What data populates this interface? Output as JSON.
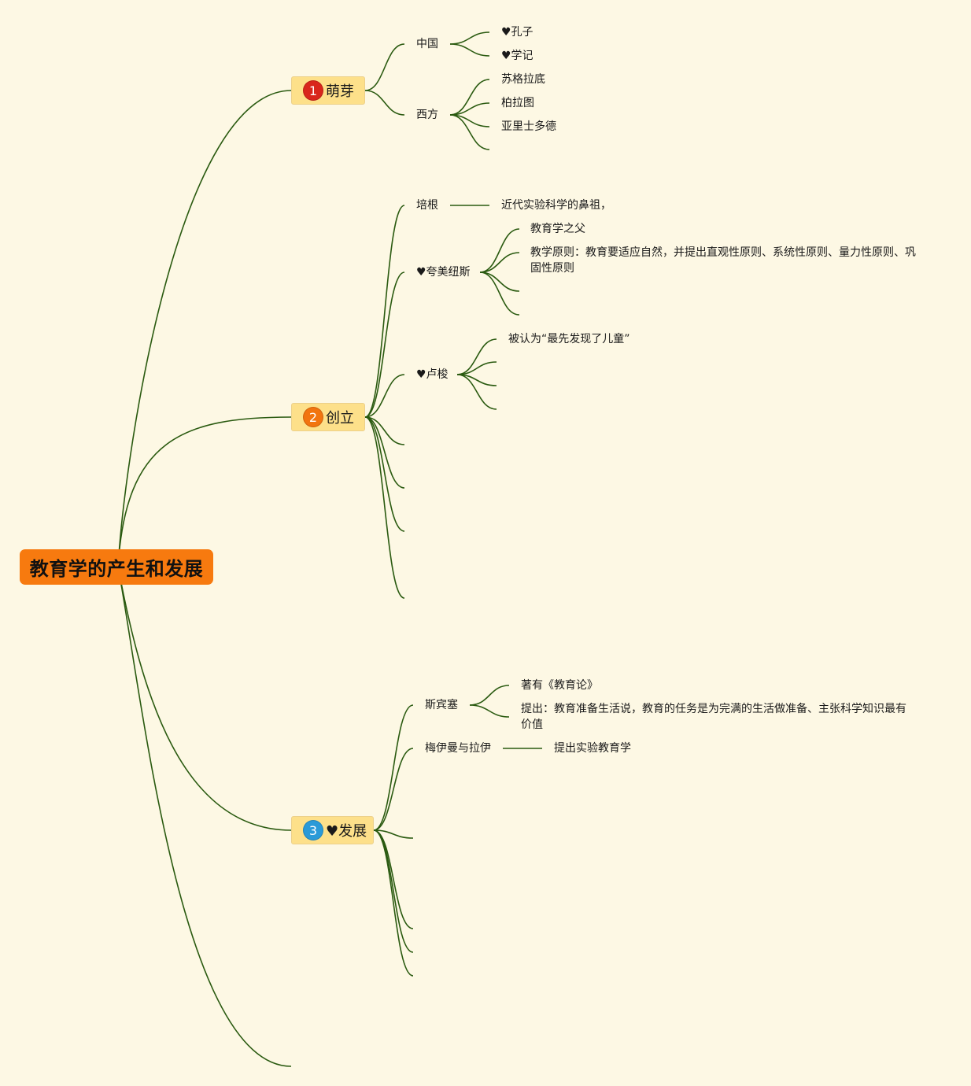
{
  "colors": {
    "background": "#fdf8e4",
    "root": "#f77a0f",
    "branch": "#fde08a",
    "link": "#2a5a10",
    "badge1": "#d9261c",
    "badge2": "#f2740f",
    "badge3": "#2a9ad8"
  },
  "root": {
    "label": "教育学的产生和发展"
  },
  "branches": [
    {
      "number": "1",
      "label": "萌芽",
      "children": [
        {
          "label": "中国",
          "children": [
            "♥孔子",
            "♥学记"
          ]
        },
        {
          "label": "西方",
          "children": [
            "苏格拉底",
            "柏拉图",
            "亚里士多德"
          ]
        }
      ]
    },
    {
      "number": "2",
      "label": "创立",
      "children": [
        {
          "label": "培根",
          "children": [
            "近代实验科学的鼻祖，"
          ]
        },
        {
          "label": "♥夸美纽斯",
          "children": [
            "教育学之父",
            "教学原则：教育要适应自然，并提出直观性原则、系统性原则、量力性原则、巩固性原则"
          ]
        },
        {
          "label": "♥卢梭",
          "children": [
            "被认为“最先发现了儿童”"
          ]
        }
      ]
    },
    {
      "number": "3",
      "label": "♥发展",
      "children": [
        {
          "label": "斯宾塞",
          "children": [
            "著有《教育论》",
            "提出：教育准备生活说，教育的任务是为完满的生活做准备、主张科学知识最有价值"
          ]
        },
        {
          "label": "梅伊曼与拉伊",
          "children": [
            "提出实验教育学"
          ]
        }
      ]
    }
  ]
}
